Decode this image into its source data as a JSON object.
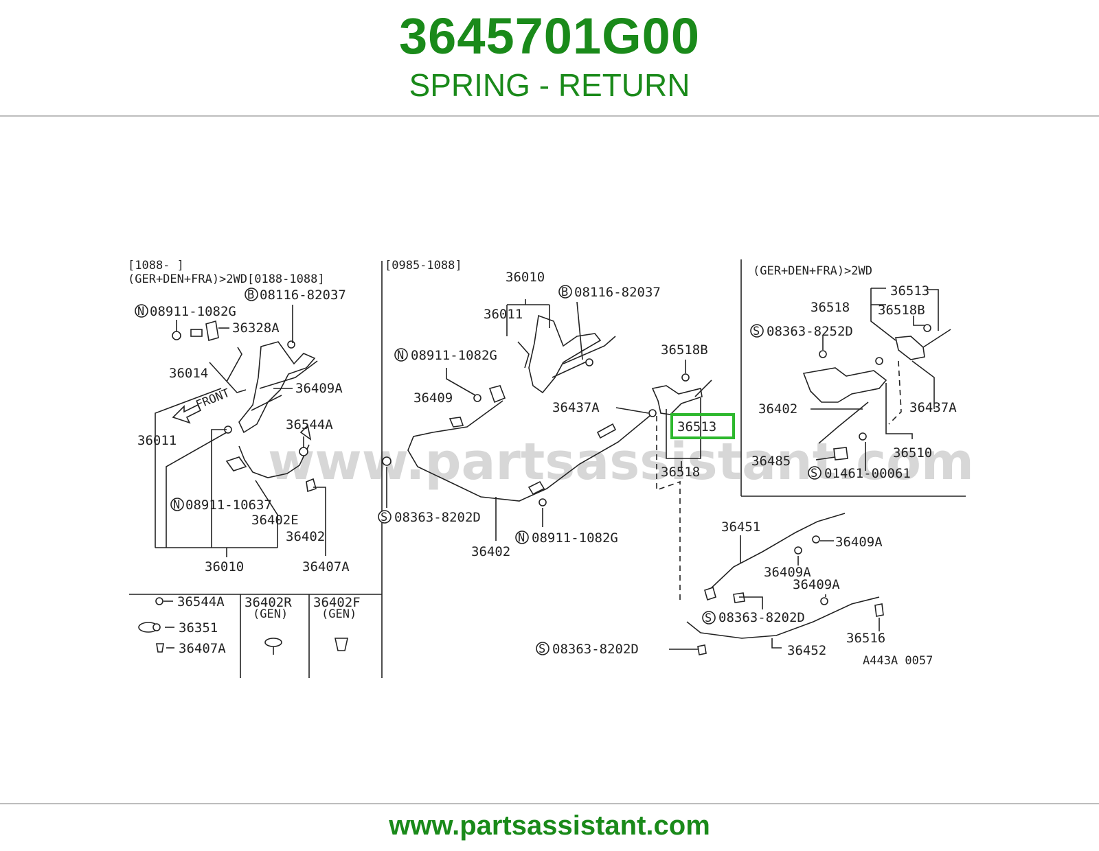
{
  "header": {
    "part_number": "3645701G00",
    "part_name": "SPRING - RETURN"
  },
  "footer": {
    "url": "www.partsassistant.com"
  },
  "diagram": {
    "watermark": "www.partsassistant.com",
    "figure_code": "A443A 0057",
    "highlight_color": "#2db82d",
    "highlighted_label": "36513",
    "left_panel": {
      "header_line1": "[1088-     ]",
      "header_line2": "(GER+DEN+FRA)>2WD[0188-1088]",
      "front_label": "FRONT",
      "labels": [
        "08116-82037",
        "08911-1082G",
        "36328A",
        "36014",
        "36409A",
        "36544A",
        "36011",
        "08911-10637",
        "36402E",
        "36402",
        "36010",
        "36407A"
      ]
    },
    "middle_panel": {
      "header": "[0985-1088]",
      "labels": [
        "36010",
        "08116-82037",
        "36011",
        "08911-1082G",
        "36409",
        "36437A",
        "36518B",
        "36513",
        "36518",
        "08363-8202D",
        "08911-1082G",
        "36402"
      ]
    },
    "right_panel": {
      "header": "(GER+DEN+FRA)>2WD",
      "labels": [
        "36513",
        "36518",
        "36518B",
        "08363-8252D",
        "36402",
        "36437A",
        "36510",
        "36485",
        "01461-00061"
      ]
    },
    "bottom_right": {
      "labels": [
        "36451",
        "36409A",
        "36409A",
        "36409A",
        "08363-8202D",
        "36516",
        "08363-8202D",
        "36452"
      ]
    },
    "inset_panel": {
      "labels": [
        "36544A",
        "36351",
        "36407A",
        "36402R",
        "(GEN)",
        "36402F",
        "(GEN)"
      ]
    },
    "prefix_letters": {
      "n": "N",
      "b": "B",
      "s": "S"
    }
  }
}
